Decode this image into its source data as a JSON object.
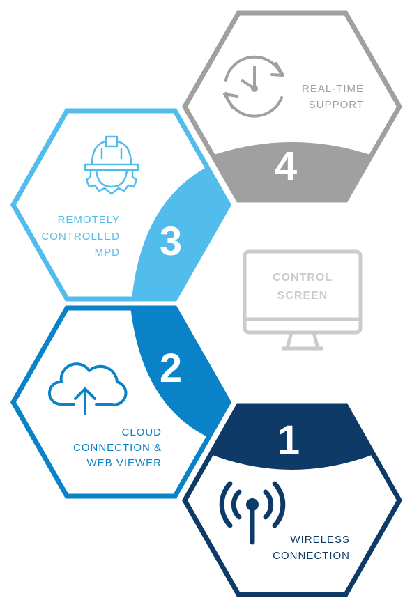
{
  "colors": {
    "step1": "#0d3a66",
    "step2": "#0a82c8",
    "step3": "#52bdec",
    "step4": "#a0a0a0",
    "monitor": "#cbcbcb",
    "background": "#ffffff"
  },
  "steps": [
    {
      "number": "1",
      "lines": [
        "WIRELESS",
        "CONNECTION"
      ],
      "icon": "wireless-antenna-icon"
    },
    {
      "number": "2",
      "lines": [
        "CLOUD",
        "CONNECTION &",
        "WEB VIEWER"
      ],
      "icon": "cloud-upload-icon"
    },
    {
      "number": "3",
      "lines": [
        "REMOTELY",
        "CONTROLLED",
        "MPD"
      ],
      "icon": "hardhat-gear-icon"
    },
    {
      "number": "4",
      "lines": [
        "REAL-TIME",
        "SUPPORT"
      ],
      "icon": "clock-refresh-icon"
    }
  ],
  "monitor": {
    "icon": "monitor-icon",
    "lines": [
      "CONTROL",
      "SCREEN"
    ]
  }
}
